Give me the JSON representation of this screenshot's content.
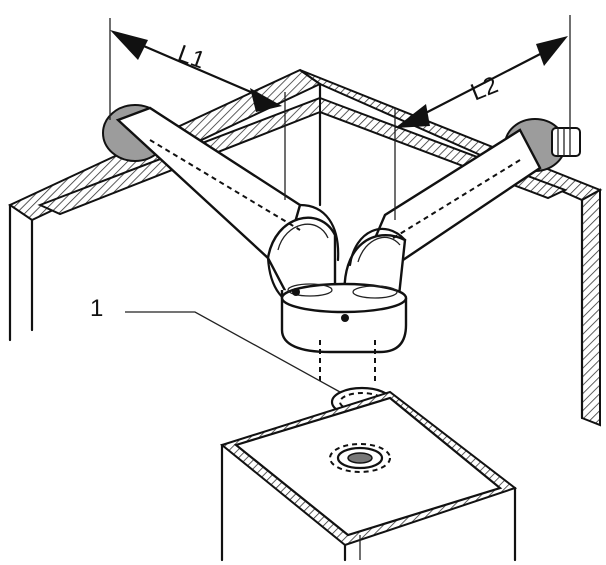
{
  "labels": {
    "l1": "L1",
    "l2": "L2",
    "item1": "1"
  },
  "colors": {
    "line": "#111111",
    "wall_cap": "#9c9c9c",
    "background": "#ffffff"
  }
}
